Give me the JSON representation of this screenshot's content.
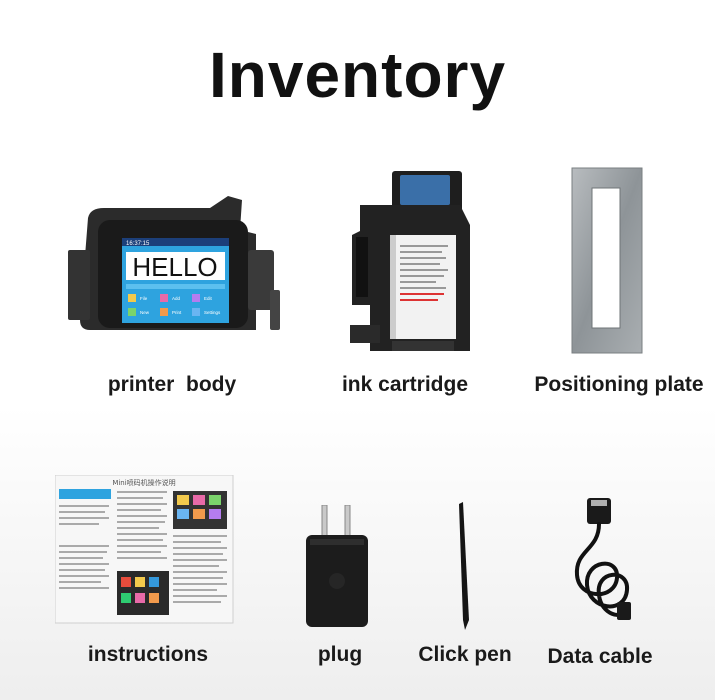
{
  "title": "Inventory",
  "items": [
    {
      "id": "printer-body",
      "label": "printer  body"
    },
    {
      "id": "ink-cartridge",
      "label": "ink cartridge"
    },
    {
      "id": "positioning-plate",
      "label": "Positioning plate"
    },
    {
      "id": "instructions",
      "label": "instructions"
    },
    {
      "id": "plug",
      "label": "plug"
    },
    {
      "id": "click-pen",
      "label": "Click pen"
    },
    {
      "id": "data-cable",
      "label": "Data cable"
    }
  ],
  "printer_screen": {
    "text": "HELLO",
    "status": "16:37:15",
    "buttons": [
      "File",
      "Add",
      "Edit",
      "New",
      "Print",
      "Settings"
    ]
  },
  "manual": {
    "heading": "Mini喷码机操作说明"
  },
  "colors": {
    "screen_bg": "#2ea3df",
    "device_body": "#2a2a2a",
    "plate": "#9aa0a4"
  }
}
